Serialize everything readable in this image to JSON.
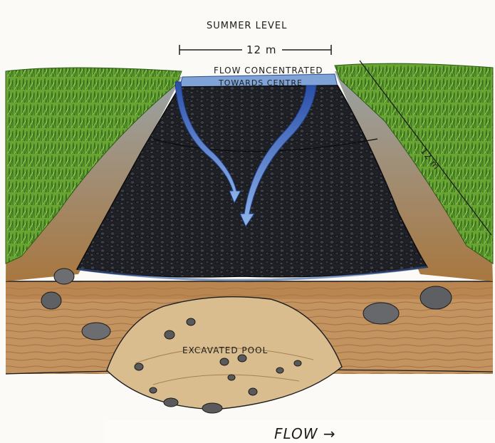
{
  "labels": {
    "summer_level": "SUMMER LEVEL",
    "top_width": "12 m",
    "flow_line1": "FLOW CONCENTRATED",
    "flow_line2": "TOWARDS CENTRE",
    "side_length": "12 m",
    "pool": "EXCAVATED POOL",
    "flow_direction": "FLOW →"
  },
  "colors": {
    "paper": "#fbfaf6",
    "grass": "#5f9a2e",
    "grass_light": "#9cc94a",
    "gravel": "#1f2126",
    "bank": "#9c6b3f",
    "bed": "#c89a66",
    "pool": "#d8bd8f",
    "water": "#3b63b8"
  },
  "icons": [
    "flow-arrow-icon",
    "stone-icon",
    "grass-icon"
  ]
}
